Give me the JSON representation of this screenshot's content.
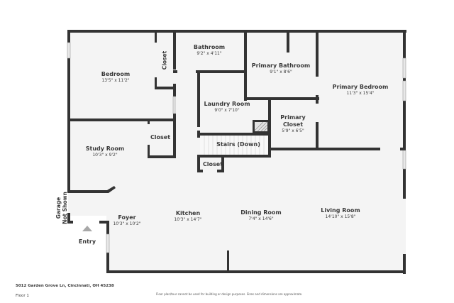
{
  "floorplan": {
    "address": "5012 Garden Grove Ln, Cincinnati, OH 45238",
    "floor": "Floor 1",
    "disclaimer": "Floor plan/tour cannot be used for building or design purposes. Sizes and dimensions are approximate.",
    "garage_note": [
      "Garage",
      "Not Shown"
    ],
    "entry_label": "Entry",
    "colors": {
      "wall": "#333333",
      "floor": "#f4f4f4",
      "text": "#3a3a3a"
    },
    "rooms": [
      {
        "id": "bedroom",
        "name": "Bedroom",
        "dims": "13'5\" x 11'2\""
      },
      {
        "id": "closet-bedroom",
        "name": "Closet",
        "dims": ""
      },
      {
        "id": "bathroom",
        "name": "Bathroom",
        "dims": "9'2\" x 4'11\""
      },
      {
        "id": "primary-bathroom",
        "name": "Primary Bathroom",
        "dims": "9'1\" x 8'6\""
      },
      {
        "id": "primary-bedroom",
        "name": "Primary Bedroom",
        "dims": "11'3\" x 15'4\""
      },
      {
        "id": "laundry-room",
        "name": "Laundry Room",
        "dims": "9'0\" x 7'10\""
      },
      {
        "id": "primary-closet",
        "name": "Primary Closet",
        "dims": "5'9\" x 6'5\""
      },
      {
        "id": "study-room",
        "name": "Study Room",
        "dims": "10'3\" x 9'2\""
      },
      {
        "id": "closet-study",
        "name": "Closet",
        "dims": ""
      },
      {
        "id": "stairs",
        "name": "Stairs (Down)",
        "dims": ""
      },
      {
        "id": "closet-hall",
        "name": "Closet",
        "dims": ""
      },
      {
        "id": "foyer",
        "name": "Foyer",
        "dims": "10'3\" x 10'2\""
      },
      {
        "id": "kitchen",
        "name": "Kitchen",
        "dims": "10'3\" x 14'7\""
      },
      {
        "id": "dining-room",
        "name": "Dining Room",
        "dims": "7'4\" x 14'6\""
      },
      {
        "id": "living-room",
        "name": "Living Room",
        "dims": "14'10\" x 15'8\""
      }
    ]
  }
}
